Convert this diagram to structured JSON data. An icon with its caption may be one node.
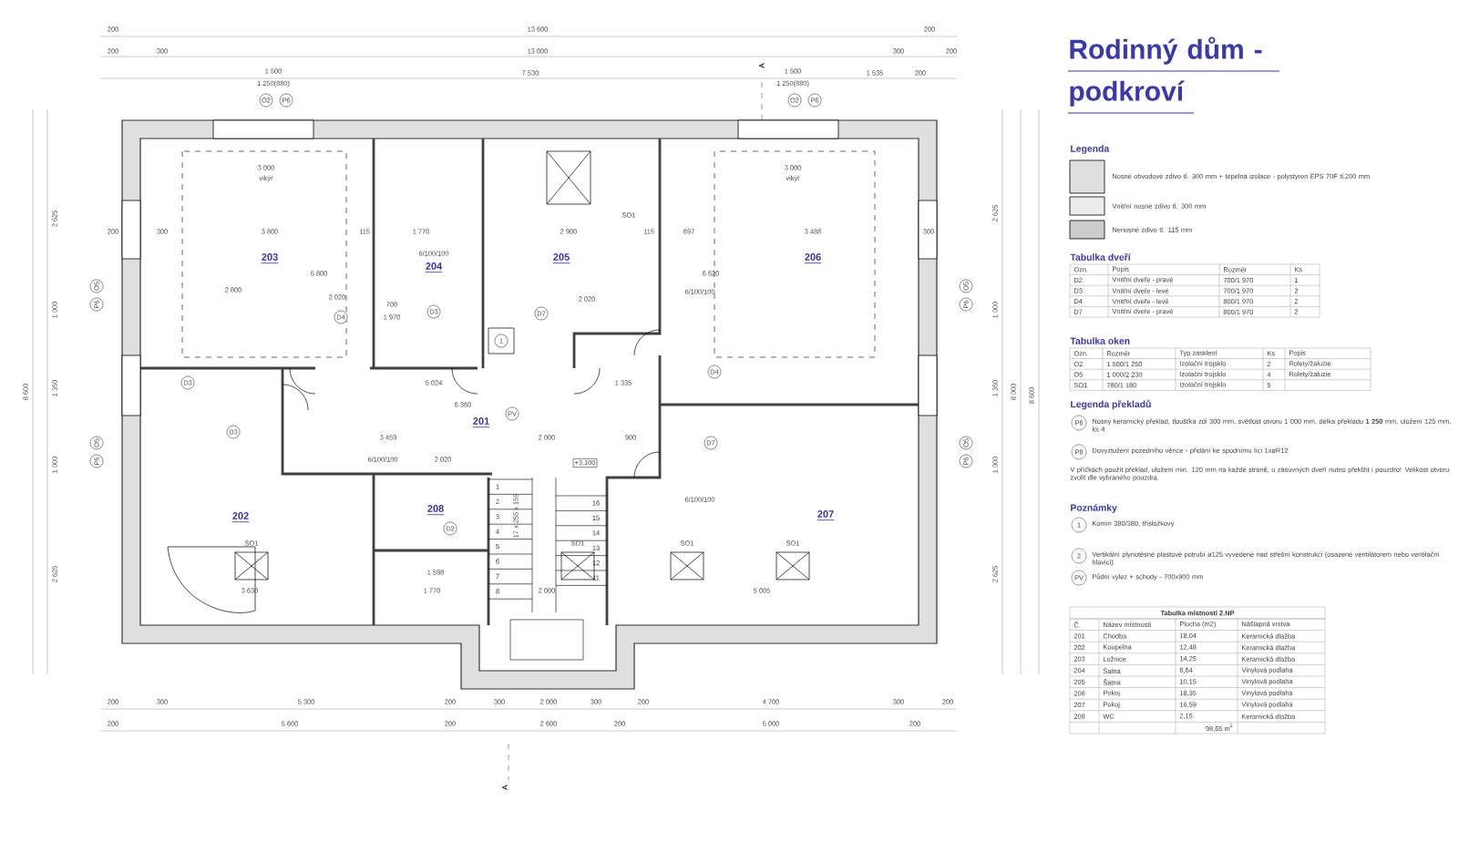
{
  "diagram": {
    "title": "Rodinný dům - podkroví",
    "labels": [
      "200",
      "13 600",
      "200",
      "200",
      "300",
      "13 000",
      "300",
      "200",
      "1 500",
      "1 250(880)",
      "7 530",
      "1 500",
      "1 250(880)",
      "1 535",
      "200",
      "O2",
      "P6",
      "O2",
      "P6",
      "A",
      "3 000",
      "vikýř",
      "3 000",
      "vikýř",
      "200",
      "300",
      "3 800",
      "115",
      "1 770",
      "2 900",
      "115",
      "697",
      "3 488",
      "300",
      "203",
      "204",
      "205",
      "206",
      "201",
      "202",
      "208",
      "207",
      "5 800",
      "6/100/100",
      "6 620",
      "2 800",
      "2 020",
      "700",
      "1 970",
      "2 020",
      "6/100/100",
      "5 024",
      "6 360",
      "1 335",
      "3 459",
      "2 000",
      "900",
      "6/100/100",
      "2 020",
      "+3,100",
      "6/100/100",
      "3 630",
      "1 770",
      "2 000",
      "5 085",
      "1 598",
      "D4",
      "D3",
      "D7",
      "D4",
      "D3",
      "D3",
      "D7",
      "D2",
      "1",
      "PV",
      "SO1",
      "SO1",
      "SO1",
      "SO1",
      "SO1",
      "O5",
      "P6",
      "O5",
      "P6",
      "O5",
      "P6",
      "O5",
      "P6",
      "2 625",
      "1 000",
      "1 350",
      "1 000",
      "2 625",
      "8 000",
      "8 600",
      "2 625",
      "1 000",
      "1 350",
      "1 000",
      "2 625",
      "8 600",
      "200",
      "300",
      "5 300",
      "200",
      "300",
      "2 000",
      "300",
      "200",
      "4 700",
      "300",
      "200",
      "200",
      "5 600",
      "200",
      "2 600",
      "200",
      "5 000",
      "200",
      "A",
      "1",
      "2",
      "3",
      "4",
      "5",
      "6",
      "7",
      "8",
      "16",
      "15",
      "14",
      "13",
      "12",
      "11",
      "17 x 255 x 159",
      "Legenda",
      "Tabulka dveří",
      "Ozn.",
      "Popis",
      "Rozměr",
      "Ks",
      "D2",
      "Vnitřní dveře - pravé",
      "700/1 970",
      "1",
      "D3",
      "Vnitřní dveře - levé",
      "700/1 970",
      "2",
      "D4",
      "Vnitřní dveře - levé",
      "800/1 970",
      "2",
      "D7",
      "Vnitřní dveře - pravé",
      "800/1 970",
      "2",
      "Tabulka oken",
      "Ozn.",
      "Rozměr",
      "Typ zasklení",
      "Ks",
      "Popis",
      "O2",
      "1 500/1 250",
      "Izolační trojsklo",
      "2",
      "Rolety/žaluzie",
      "O5",
      "1 000/2 230",
      "Izolační trojsklo",
      "4",
      "Rolety/žaluzie",
      "SO1",
      "780/1 180",
      "Izolační trojsklo",
      "5",
      "Legenda překladů",
      "P6",
      "Nosný keramický překlad, tloušťka zdi 300 mm, světlost otvoru 1 000 mm, délka překladu **1 250** mm, uložení 125 mm, ks 4",
      "P8",
      "Dovyztužení pozedního věnce - přidání ke spodnímu líci 1xøR12",
      "V příčkách použít překlad, uložení min. 120 mm na každé straně, u zásuvných dveří nutno překlžit i pouzdro! Velikost otvoru zvolit dle vybraného pouzdra.",
      "Poznámky",
      "1",
      "Komín 380/380, třísložkový",
      "2",
      "Vertikální plynotěsné plastové potrubí ø125 vyvedené nad střešní konstrukci (osazené ventilátorem nebo ventilační hlavicí)",
      "PV",
      "Půdní výlez + schody - 700x900 mm",
      "Tabulka místností 2.NP",
      "Č.",
      "Název místnosti",
      "Plocha (m2)",
      "Nášlapná vrstva",
      "201",
      "Chodba",
      "18,04",
      "Keramická dlažba",
      "202",
      "Koupelna",
      "12,48",
      "Keramická dlažba",
      "203",
      "Ložnice",
      "14,25",
      "Keramická dlažba",
      "204",
      "Šatna",
      "6,64",
      "Vinylová podlaha",
      "205",
      "Šatna",
      "10,15",
      "Vinylová podlaha",
      "206",
      "Pokoj",
      "18,35",
      "Vinylová podlaha",
      "207",
      "Pokoj",
      "16,59",
      "Vinylová podlaha",
      "208",
      "WC",
      "2,15",
      "Keramická dlažba",
      "98,65 m$^{2}$"
    ],
    "legend": [
      {
        "text": "Nosné obvodové zdivo tl. 300 mm + tepelná izolace - polystyren EPS 70F tl.200 mm"
      },
      {
        "text": "Vnitřní nosné zdivo tl. 300 mm"
      },
      {
        "text": "Nenosné zdivo tl. 115 mm"
      }
    ]
  }
}
